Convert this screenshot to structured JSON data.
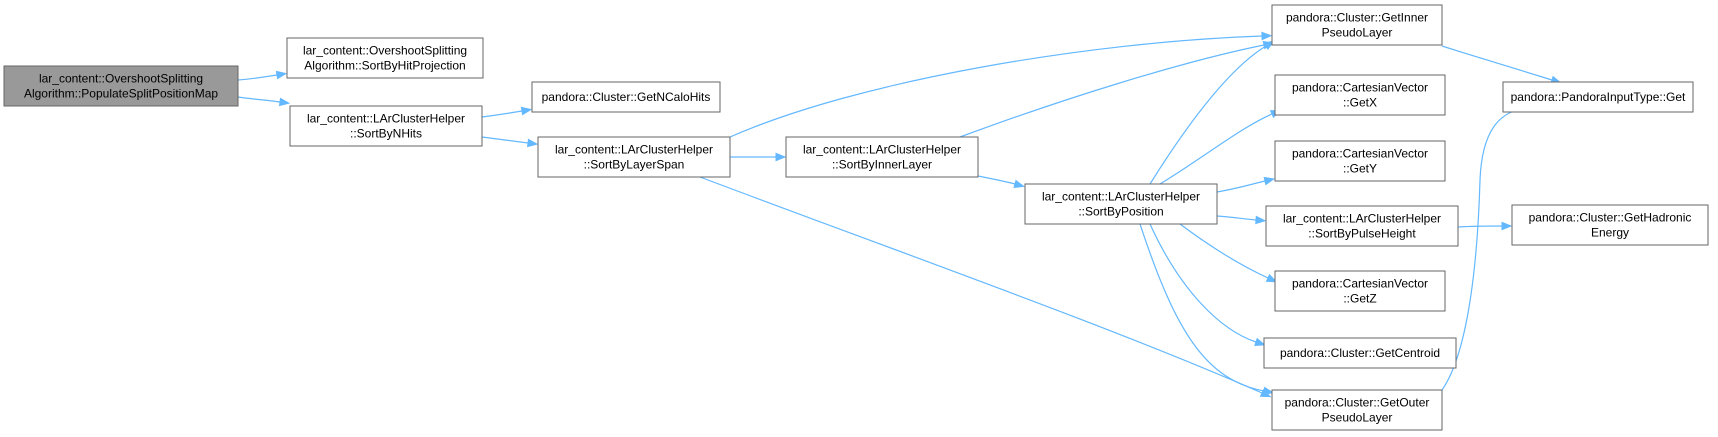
{
  "graph": {
    "colors": {
      "node_fill": "#ffffff",
      "root_fill": "#999999",
      "node_border": "#666666",
      "edge": "#63b8ff"
    },
    "nodes": [
      {
        "id": "root",
        "lines": [
          "lar_content::OvershootSplitting",
          "Algorithm::PopulateSplitPositionMap"
        ],
        "root": true
      },
      {
        "id": "sortbyhitproj",
        "lines": [
          "lar_content::OvershootSplitting",
          "Algorithm::SortByHitProjection"
        ]
      },
      {
        "id": "sortbynhits",
        "lines": [
          "lar_content::LArClusterHelper",
          "::SortByNHits"
        ]
      },
      {
        "id": "getncalohits",
        "lines": [
          "pandora::Cluster::GetNCaloHits"
        ]
      },
      {
        "id": "sortbylayerspan",
        "lines": [
          "lar_content::LArClusterHelper",
          "::SortByLayerSpan"
        ]
      },
      {
        "id": "sortbyinnerlayer",
        "lines": [
          "lar_content::LArClusterHelper",
          "::SortByInnerLayer"
        ]
      },
      {
        "id": "sortbyposition",
        "lines": [
          "lar_content::LArClusterHelper",
          "::SortByPosition"
        ]
      },
      {
        "id": "getinner",
        "lines": [
          "pandora::Cluster::GetInner",
          "PseudoLayer"
        ]
      },
      {
        "id": "getx",
        "lines": [
          "pandora::CartesianVector",
          "::GetX"
        ]
      },
      {
        "id": "gety",
        "lines": [
          "pandora::CartesianVector",
          "::GetY"
        ]
      },
      {
        "id": "sortbypulseheight",
        "lines": [
          "lar_content::LArClusterHelper",
          "::SortByPulseHeight"
        ]
      },
      {
        "id": "getz",
        "lines": [
          "pandora::CartesianVector",
          "::GetZ"
        ]
      },
      {
        "id": "getcentroid",
        "lines": [
          "pandora::Cluster::GetCentroid"
        ]
      },
      {
        "id": "getouter",
        "lines": [
          "pandora::Cluster::GetOuter",
          "PseudoLayer"
        ]
      },
      {
        "id": "pandorainputtype",
        "lines": [
          "pandora::PandoraInputType::Get"
        ]
      },
      {
        "id": "gethadronic",
        "lines": [
          "pandora::Cluster::GetHadronic",
          "Energy"
        ]
      }
    ],
    "edges": [
      {
        "from": "root",
        "to": "sortbyhitproj"
      },
      {
        "from": "root",
        "to": "sortbynhits"
      },
      {
        "from": "sortbynhits",
        "to": "getncalohits"
      },
      {
        "from": "sortbynhits",
        "to": "sortbylayerspan"
      },
      {
        "from": "sortbylayerspan",
        "to": "getinner"
      },
      {
        "from": "sortbylayerspan",
        "to": "sortbyinnerlayer"
      },
      {
        "from": "sortbylayerspan",
        "to": "getouter"
      },
      {
        "from": "sortbyinnerlayer",
        "to": "getinner"
      },
      {
        "from": "sortbyinnerlayer",
        "to": "sortbyposition"
      },
      {
        "from": "sortbyposition",
        "to": "getinner"
      },
      {
        "from": "sortbyposition",
        "to": "getx"
      },
      {
        "from": "sortbyposition",
        "to": "gety"
      },
      {
        "from": "sortbyposition",
        "to": "sortbypulseheight"
      },
      {
        "from": "sortbyposition",
        "to": "getz"
      },
      {
        "from": "sortbyposition",
        "to": "getcentroid"
      },
      {
        "from": "sortbyposition",
        "to": "getouter"
      },
      {
        "from": "getinner",
        "to": "pandorainputtype"
      },
      {
        "from": "getouter",
        "to": "pandorainputtype"
      },
      {
        "from": "sortbypulseheight",
        "to": "gethadronic"
      }
    ]
  }
}
